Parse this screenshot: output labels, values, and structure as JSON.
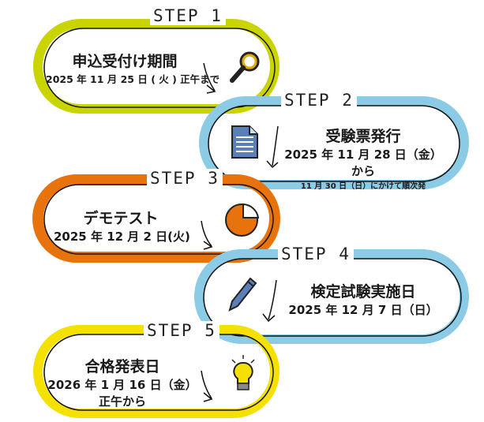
{
  "colors": {
    "step1": "#c9d400",
    "step2": "#8ccbe6",
    "step3": "#e8730c",
    "step4": "#8ccbe6",
    "step5": "#f5e100"
  },
  "steps": [
    {
      "label": "STEP 1",
      "title": "申込受付け期間",
      "lines": [
        "2025 年 11 月 25 日 ( 火 ) 正午まで"
      ],
      "icon": "magnifier-icon"
    },
    {
      "label": "STEP 2",
      "title": "受験票発行",
      "lines": [
        "2025 年 11 月 28 日（金）",
        "から",
        "11 月 30 日（日）にかけて順次発"
      ],
      "icon": "document-icon"
    },
    {
      "label": "STEP 3",
      "title": "デモテスト",
      "lines": [
        "2025 年 12 月 2 日(火)"
      ],
      "icon": "pie-chart-icon"
    },
    {
      "label": "STEP 4",
      "title": "検定試験実施日",
      "lines": [
        "2025 年 12 月 7 日（日）"
      ],
      "icon": "pencil-icon"
    },
    {
      "label": "STEP 5",
      "title": "合格発表日",
      "lines": [
        "2026 年 1 月 16 日（金）",
        "正午から"
      ],
      "icon": "lightbulb-icon"
    }
  ]
}
